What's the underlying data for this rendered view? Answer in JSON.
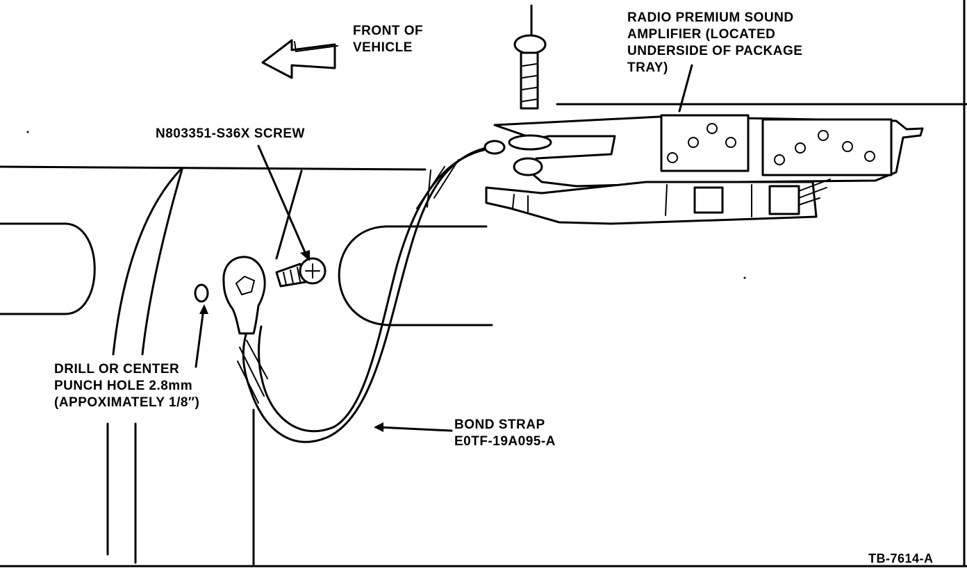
{
  "labels": {
    "front_of_vehicle": [
      "FRONT OF",
      "VEHICLE"
    ],
    "amplifier": [
      "RADIO PREMIUM SOUND",
      "AMPLIFIER (LOCATED",
      "UNDERSIDE OF PACKAGE",
      "TRAY)"
    ],
    "screw": "N803351-S36X SCREW",
    "drill": [
      "DRILL OR CENTER",
      "PUNCH HOLE 2.8mm",
      "(APPOXIMATELY 1/8″)"
    ],
    "bond_strap": [
      "BOND STRAP",
      "E0TF-19A095-A"
    ],
    "figure_id": "TB-7614-A"
  }
}
